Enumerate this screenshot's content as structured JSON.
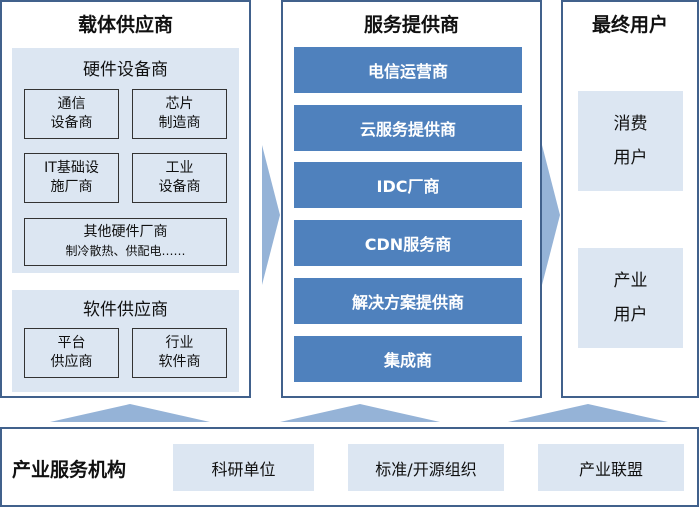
{
  "carrier": {
    "title": "载体供应商",
    "hardware": {
      "title": "硬件设备商",
      "items": [
        [
          "通信",
          "设备商"
        ],
        [
          "芯片",
          "制造商"
        ],
        [
          "IT基础设",
          "施厂商"
        ],
        [
          "工业",
          "设备商"
        ]
      ],
      "other": {
        "title": "其他硬件厂商",
        "sub": "制冷散热、供配电……"
      }
    },
    "software": {
      "title": "软件供应商",
      "items": [
        [
          "平台",
          "供应商"
        ],
        [
          "行业",
          "软件商"
        ]
      ]
    }
  },
  "service": {
    "title": "服务提供商",
    "items": [
      "电信运营商",
      "云服务提供商",
      "IDC厂商",
      "CDN服务商",
      "解决方案提供商",
      "集成商"
    ]
  },
  "users": {
    "title": "最终用户",
    "items": [
      [
        "消费",
        "用户"
      ],
      [
        "产业",
        "用户"
      ]
    ]
  },
  "industry": {
    "title": "产业服务机构",
    "items": [
      "科研单位",
      "标准/开源组织",
      "产业联盟"
    ]
  },
  "colors": {
    "border": "#41618c",
    "accent": "#4f81bd",
    "light": "#dce6f2",
    "arrow": "#95b3d7"
  }
}
